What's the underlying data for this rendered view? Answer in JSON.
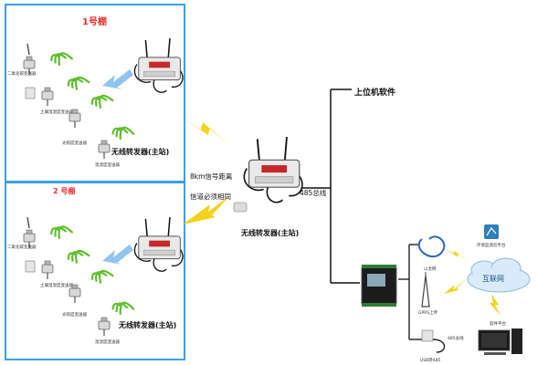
{
  "panels": [
    {
      "title": "1号棚",
      "title_color": "#e8312f",
      "sensors": [
        "二氧化碳变送器",
        "土壤温湿度变送器",
        "光照度变送器",
        "温湿度变送器"
      ],
      "repeater_label": "无线转发器(主站)"
    },
    {
      "title": "2 号棚",
      "title_color": "#e8312f",
      "sensors": [
        "二氧化碳变送器",
        "土壤温湿度变送器",
        "光照度变送器",
        "温湿度变送器"
      ],
      "repeater_label": "无线转发器(主站)"
    }
  ],
  "center": {
    "range_text": "8km信号距离",
    "channel_text": "信道必须相同",
    "repeater_label": "无线转发器(主站)",
    "bus_label": "485总线"
  },
  "right": {
    "upper_software": "上位机软件",
    "internet": "互联网",
    "cloud_platform": "环境监测云平台",
    "ethernet": "以太网",
    "gprs": "GPRS上传",
    "usb_485": "485总线",
    "usb_converter": "USB转485",
    "software_platform": "软件平台"
  },
  "colors": {
    "panel_border": "#3aa0e6",
    "lightning": "#f2d21a",
    "arrow": "#8fc5ec",
    "wave": "#5cbf2a",
    "line": "#111111"
  }
}
